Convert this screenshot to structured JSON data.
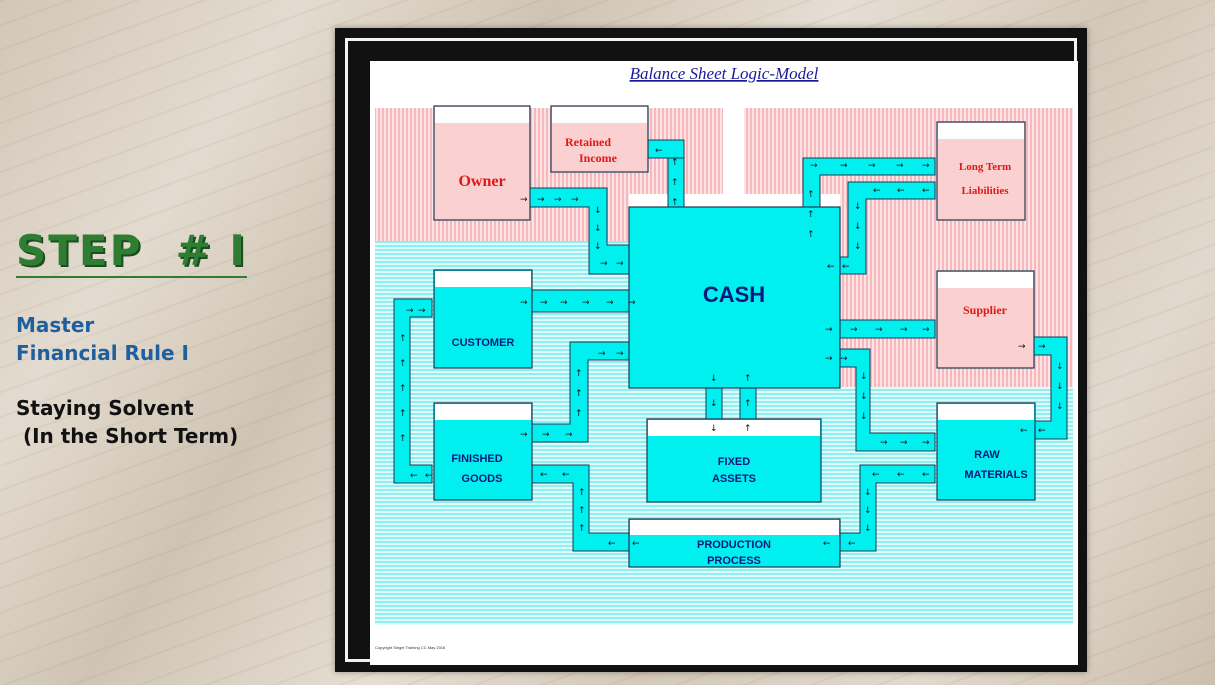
{
  "slide": {
    "step": "STEP  # I",
    "rule_line1": "Master",
    "rule_line2": "Financial Rule I",
    "solvency_line1": "Staying Solvent",
    "solvency_line2": " (In the Short Term)"
  },
  "diagram": {
    "title": "Balance Sheet Logic-Model",
    "cash": "CASH",
    "owner": "Owner",
    "retained_l1": "Retained",
    "retained_l2": "Income",
    "longterm_l1": "Long Term",
    "longterm_l2": "Liabilities",
    "supplier": "Supplier",
    "customer": "CUSTOMER",
    "finished_l1": "FINISHED",
    "finished_l2": "GOODS",
    "fixed_l1": "FIXED",
    "fixed_l2": "ASSETS",
    "raw_l1": "RAW",
    "raw_l2": "MATERIALS",
    "production_l1": "PRODUCTION",
    "production_l2": "PROCESS",
    "copyright": "Copyright Siegel Training CC May 2016"
  },
  "colors": {
    "cyan": "#00f0f0",
    "pink": "#fbd0d0",
    "light_cyan": "#bff7f7",
    "navy_text": "#0b1a7a",
    "red_text": "#e01818",
    "title_blue": "#1a1a9c"
  }
}
